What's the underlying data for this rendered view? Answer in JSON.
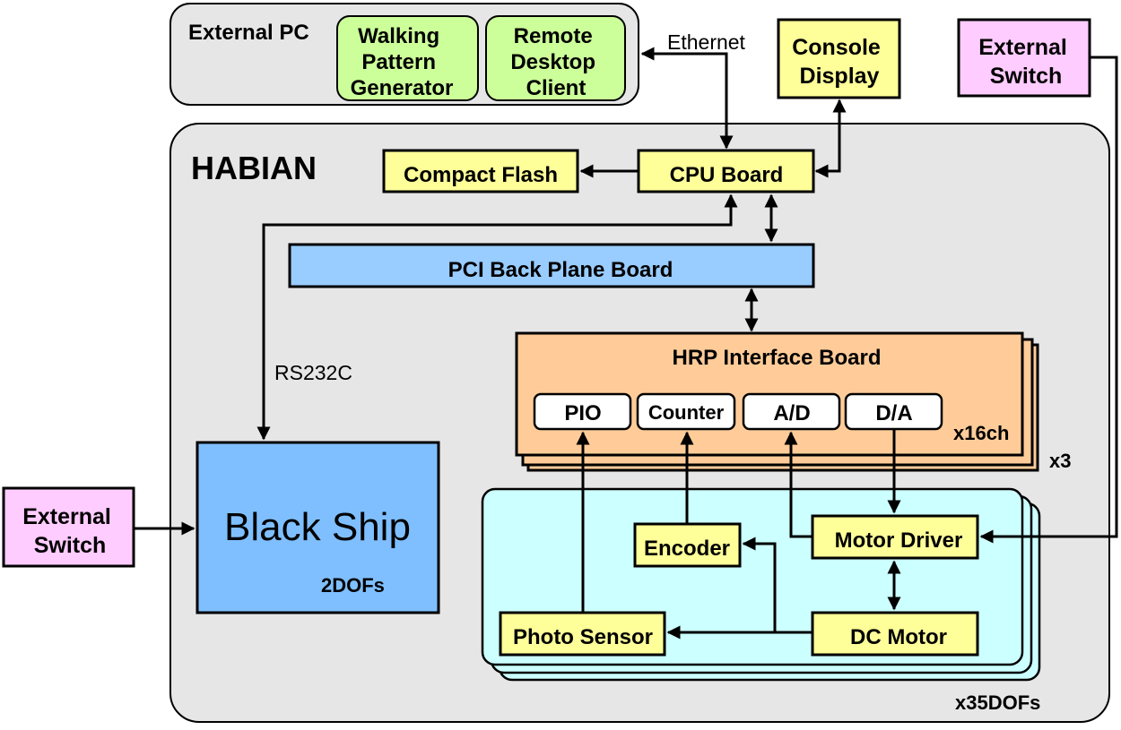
{
  "colors": {
    "container": "#e6e6e6",
    "yellow_box": "#ffff99",
    "green_box": "#ccff99",
    "pink_box": "#ffccff",
    "blue_bar": "#99ccff",
    "orange_board": "#ffcc99",
    "cyan_panel": "#ccffff",
    "black_ship": "#7fbfff"
  },
  "external_pc": {
    "label": "External PC",
    "walking": [
      "Walking",
      "Pattern",
      "Generator"
    ],
    "remote": [
      "Remote",
      "Desktop",
      "Client"
    ]
  },
  "ethernet_label": "Ethernet",
  "console": [
    "Console",
    "Display"
  ],
  "external_switch_right": [
    "External",
    "Switch"
  ],
  "external_switch_left": [
    "External",
    "Switch"
  ],
  "habian": {
    "title": "HABIAN",
    "compact_flash": "Compact Flash",
    "cpu_board": "CPU Board",
    "pci": "PCI Back Plane Board",
    "rs232c": "RS232C",
    "black_ship": "Black Ship",
    "black_ship_dofs": "2DOFs",
    "hrp": {
      "title": "HRP Interface Board",
      "pio": "PIO",
      "counter": "Counter",
      "ad": "A/D",
      "da": "D/A",
      "ch": "x16ch",
      "x3": "x3"
    },
    "motor_panel": {
      "encoder": "Encoder",
      "motor_driver": "Motor Driver",
      "photo_sensor": "Photo Sensor",
      "dc_motor": "DC Motor",
      "dofs": "x35DOFs"
    }
  }
}
